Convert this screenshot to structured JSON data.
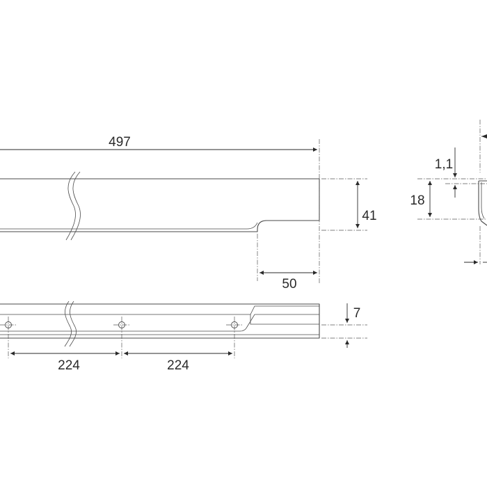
{
  "dimensions": {
    "total_length": "497",
    "height": "41",
    "grip_length": "50",
    "hole_spacing_1": "224",
    "hole_spacing_2": "224",
    "base_offset": "7",
    "profile_height": "18",
    "wall_thickness": "1,1"
  },
  "colors": {
    "line": "#4a4a4a",
    "dimension": "#2a2a2a",
    "background": "#ffffff"
  }
}
